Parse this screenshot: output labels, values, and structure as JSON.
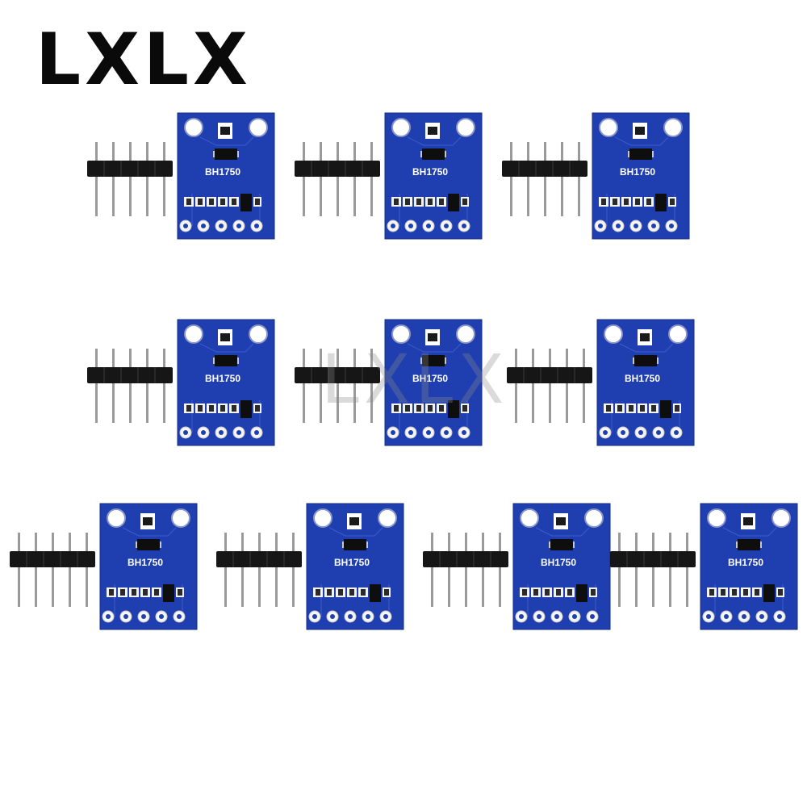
{
  "brand": "LXLX",
  "watermark": "LXLX",
  "product": {
    "board_label": "BH1750",
    "board_color": "#1f3fb0",
    "pin_count": 5,
    "pcs_visible": 10
  }
}
